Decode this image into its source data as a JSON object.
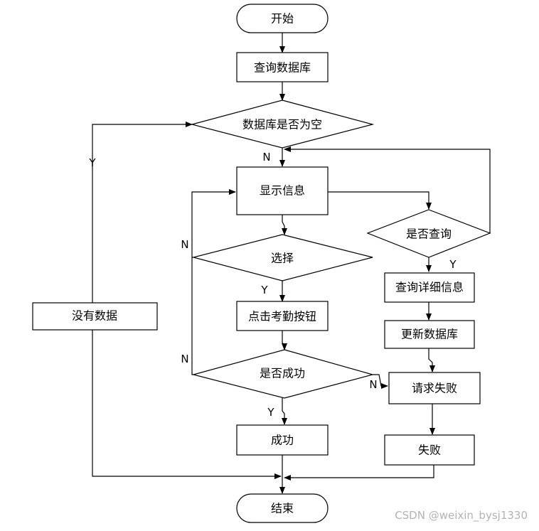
{
  "nodes": {
    "start": "开始",
    "query_db": "查询数据库",
    "db_empty": "数据库是否为空",
    "show_info": "显示信息",
    "choose": "选择",
    "click_btn": "点击考勤按钮",
    "is_success": "是否成功",
    "success": "成功",
    "end": "结束",
    "no_data": "没有数据",
    "is_query": "是否查询",
    "query_detail": "查询详细信息",
    "update_db": "更新数据库",
    "request_fail": "请求失败",
    "fail": "失败"
  },
  "edge_labels": {
    "db_empty_yes": "Y",
    "db_empty_no": "N",
    "choose_no": "N",
    "choose_yes": "Y",
    "success_no_loop": "N",
    "success_no_right": "N",
    "success_yes": "Y",
    "query_yes": "Y"
  },
  "watermark": "CSDN @weixin_bysj1330"
}
